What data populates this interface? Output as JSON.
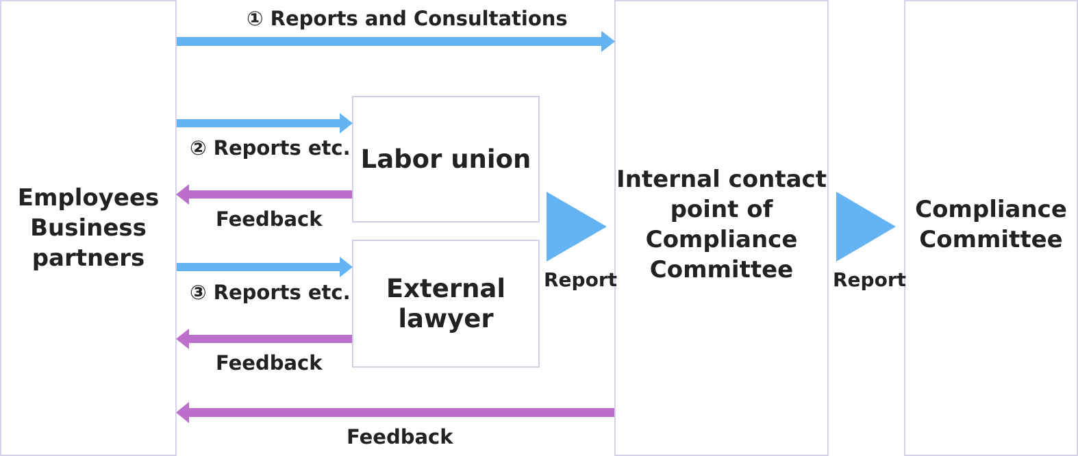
{
  "nodes": {
    "employees": "Employees\nBusiness\npartners",
    "labor_union": "Labor union",
    "external_lawyer": "External\nlawyer",
    "internal_contact": "Internal contact\npoint of\nCompliance\nCommittee",
    "compliance_committee": "Compliance\nCommittee"
  },
  "edges": {
    "reports_consultations": "① Reports and Consultations",
    "reports_union": "② Reports etc.",
    "feedback_union": "Feedback",
    "reports_lawyer": "③ Reports etc.",
    "feedback_lawyer": "Feedback",
    "feedback_internal": "Feedback",
    "report_to_internal": "Report",
    "report_to_committee": "Report"
  },
  "colors": {
    "report_arrow": "#64b4f4",
    "feedback_arrow": "#bb6fca",
    "box_border": "#d4d3ea"
  }
}
